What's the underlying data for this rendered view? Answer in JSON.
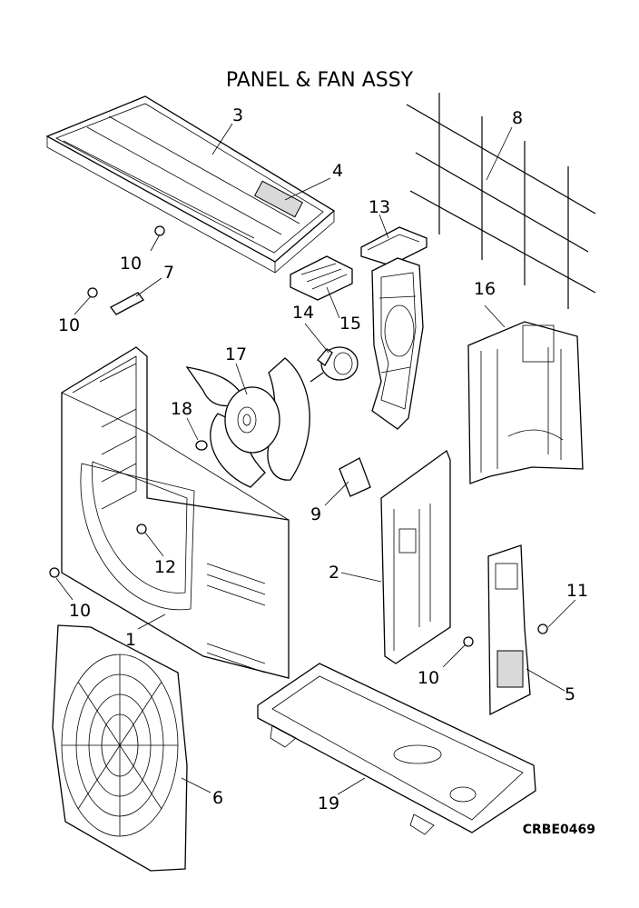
{
  "title": "PANEL & FAN ASSY",
  "drawing_code": "CRBE0469",
  "callouts": {
    "c1": "1",
    "c2": "2",
    "c3": "3",
    "c4": "4",
    "c5": "5",
    "c6": "6",
    "c7": "7",
    "c8": "8",
    "c9": "9",
    "c10a": "10",
    "c10b": "10",
    "c10c": "10",
    "c10d": "10",
    "c11": "11",
    "c12": "12",
    "c13": "13",
    "c14": "14",
    "c15": "15",
    "c16": "16",
    "c17": "17",
    "c18": "18",
    "c19": "19"
  }
}
